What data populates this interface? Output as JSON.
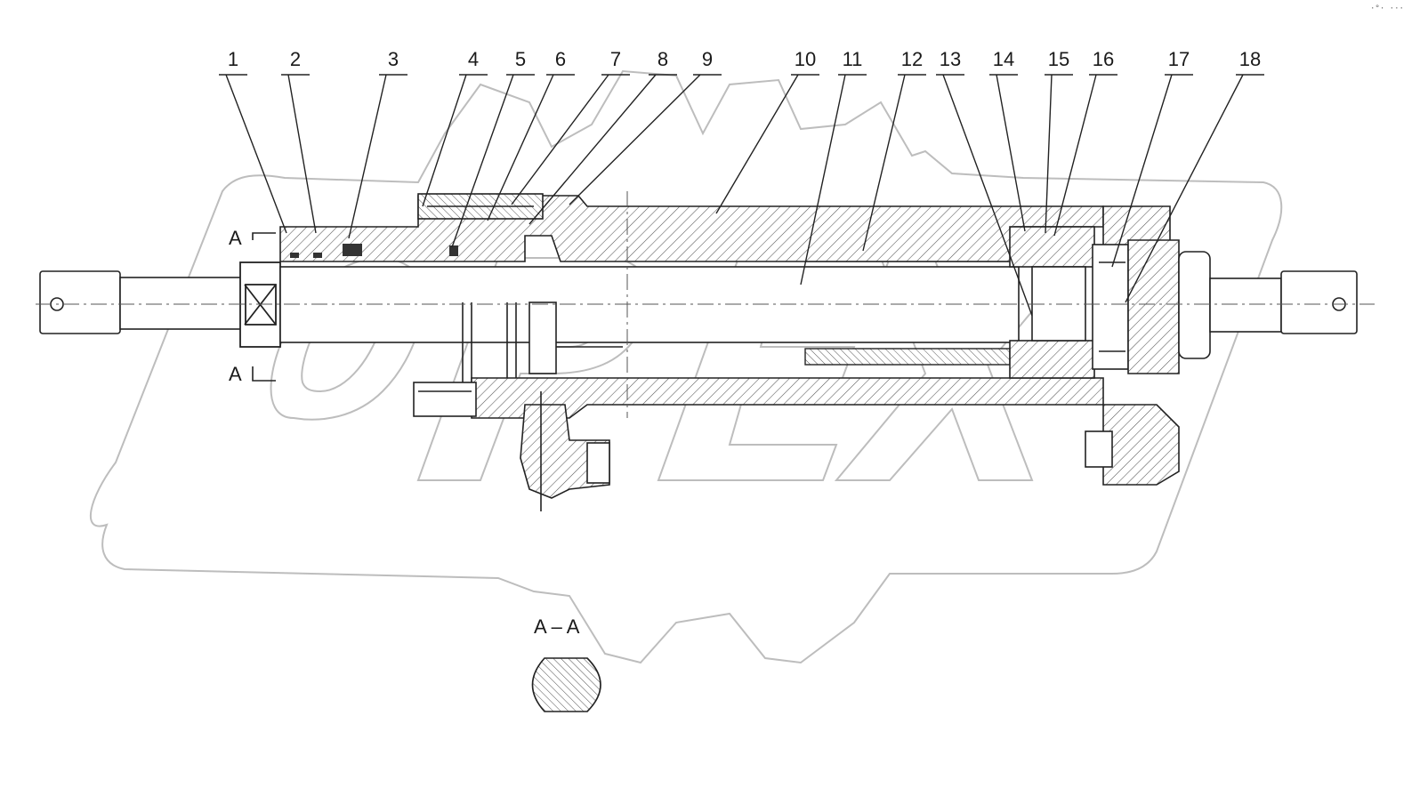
{
  "drawing": {
    "callouts": [
      "1",
      "2",
      "3",
      "4",
      "5",
      "6",
      "7",
      "8",
      "9",
      "10",
      "11",
      "12",
      "13",
      "14",
      "15",
      "16",
      "17",
      "18"
    ],
    "section_marks": {
      "upper": "A",
      "lower": "A"
    },
    "section_view_label": "A – A",
    "watermark": "OPEX",
    "corner_text": "·°· ···"
  }
}
